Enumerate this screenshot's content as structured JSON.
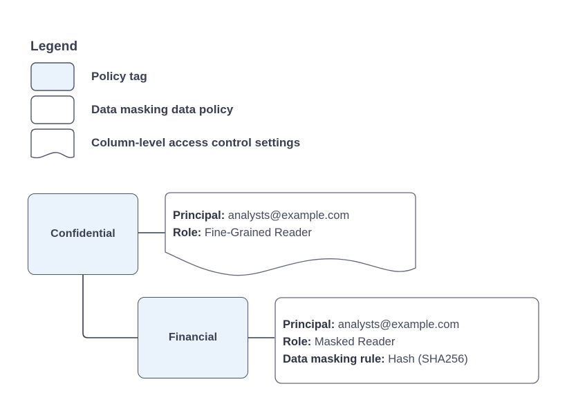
{
  "legend": {
    "title": "Legend",
    "items": [
      {
        "shape": "policy-tag-swatch",
        "label": "Policy tag"
      },
      {
        "shape": "data-policy-swatch",
        "label": "Data masking data policy"
      },
      {
        "shape": "settings-swatch",
        "label": "Column-level access control settings"
      }
    ]
  },
  "diagram": {
    "nodes": [
      {
        "id": "confidential",
        "label": "Confidential"
      },
      {
        "id": "financial",
        "label": "Financial"
      }
    ],
    "cards": [
      {
        "id": "confidential-settings",
        "rows": [
          {
            "key": "Principal:",
            "value": "analysts@example.com"
          },
          {
            "key": "Role:",
            "value": "Fine-Grained Reader"
          }
        ]
      },
      {
        "id": "financial-policy",
        "rows": [
          {
            "key": "Principal:",
            "value": "analysts@example.com"
          },
          {
            "key": "Role:",
            "value": "Masked Reader"
          },
          {
            "key": "Data masking rule:",
            "value": "Hash (SHA256)"
          }
        ]
      }
    ]
  },
  "colors": {
    "node_fill": "#eaf2fb",
    "node_stroke": "#4a5568",
    "card_fill": "#ffffff",
    "card_stroke": "#63687a",
    "text": "#3a4051",
    "connector": "#343a46",
    "background": "#ffffff"
  }
}
